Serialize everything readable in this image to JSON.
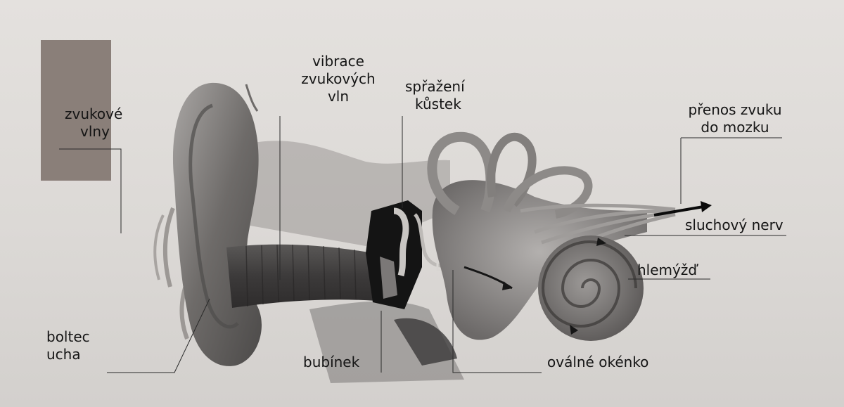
{
  "diagram": {
    "labels": {
      "sound_waves": "zvukové\nvlny",
      "wave_vibration": "vibrace\nzvukových\nvln",
      "ossicle_coupling": "spřažení\nkůstek",
      "to_brain": "přenos zvuku\ndo mozku",
      "auditory_nerve": "sluchový nerv",
      "cochlea": "hlemýžď",
      "pinna": "boltec\nucha",
      "eardrum": "bubínek",
      "oval_window": "oválné okénko"
    }
  },
  "colors": {
    "sound_wave_box": "#8a7f79",
    "ear_tissue": "#777472",
    "ear_canal": "#4a4848",
    "inner_ear": "#8e8b89",
    "ossicles_cavity": "#141414",
    "leader_lines": "#2a2a2a",
    "arrow": "#0b0b0b"
  }
}
